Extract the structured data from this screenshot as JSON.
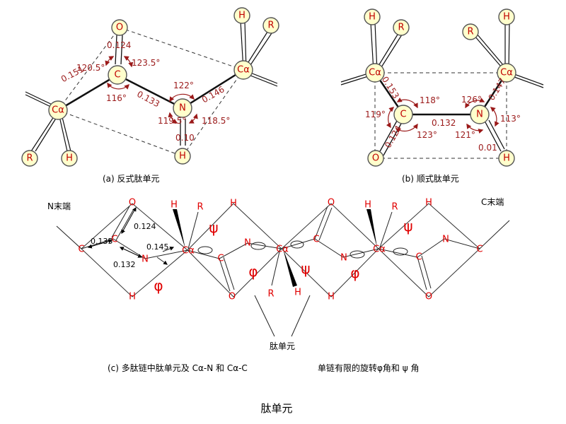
{
  "panel_a": {
    "caption": "(a)  反式肽单元",
    "atoms": {
      "o": "O",
      "c": "C",
      "n": "N",
      "h": "H",
      "ca_left": "Cα",
      "ca_right": "Cα",
      "r_left": "R",
      "h_left": "H",
      "h_right": "H",
      "r_right": "R"
    },
    "bond_lengths": {
      "c_o": "0.124",
      "ca_c": "0.151",
      "c_n": "0.133",
      "n_ca": "0.146",
      "n_h": "0.10"
    },
    "angles": {
      "ca_c_o": "120.5°",
      "o_c_n": "123.5°",
      "ca_c_n": "116°",
      "c_n_ca": "122°",
      "c_n_h": "119.5°",
      "h_n_ca": "118.5°"
    }
  },
  "panel_b": {
    "caption": "(b)  顺式肽单元",
    "atoms": {
      "c": "C",
      "n": "N",
      "o": "O",
      "h": "H",
      "ca_left": "Cα",
      "ca_right": "Cα",
      "h_left": "H",
      "r_left": "R",
      "r_right": "R",
      "h_right": "H"
    },
    "bond_lengths": {
      "ca_c": "0.153",
      "c_n": "0.132",
      "n_ca": "0.147",
      "c_o": "0.124",
      "n_h": "0.01"
    },
    "angles": {
      "ca_c_n": "118°",
      "c_n_ca": "126°",
      "ca_c_o": "119°",
      "o_c_n": "123°",
      "c_n_h": "121°",
      "h_n_ca": "113°"
    }
  },
  "panel_c": {
    "n_term": "N末端",
    "c_term": "C末端",
    "unit_label": "肽单元",
    "caption_left": "(c)  多肽链中肽单元及  Cα-N  和  Cα-C",
    "caption_right": "单链有限的旋转φ角和 ψ 角",
    "atoms": {
      "c": "C",
      "o": "O",
      "n": "N",
      "h": "H",
      "r": "R",
      "ca": "Cα"
    },
    "greek": {
      "psi": "ψ",
      "phi": "φ"
    },
    "bond_lengths": {
      "c_c": "0.135",
      "c_o": "0.124",
      "c_n": "0.132",
      "n_ca": "0.145"
    }
  },
  "title": "肽单元"
}
